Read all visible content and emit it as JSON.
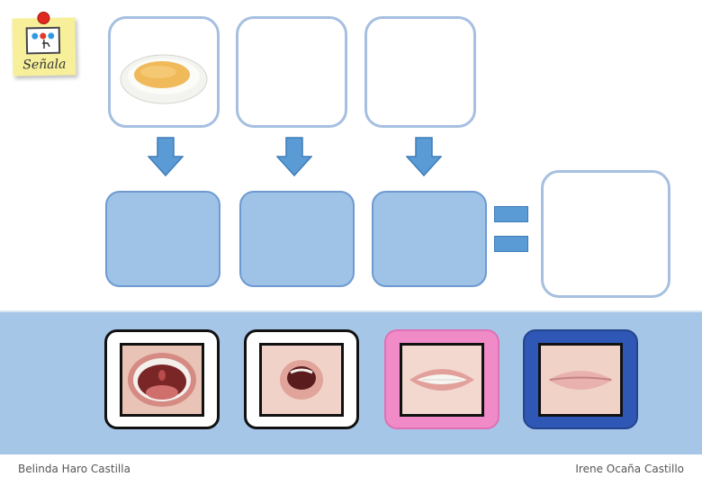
{
  "sticky": {
    "label": "Señala",
    "icon": "hand-pointing-screen-icon"
  },
  "top_boxes": [
    {
      "content": "soup-bowl-image"
    },
    {
      "content": ""
    },
    {
      "content": ""
    }
  ],
  "mouth_options": [
    {
      "image": "mouth-open-wide",
      "frame_color": "#ffffff"
    },
    {
      "image": "mouth-round-open",
      "frame_color": "#ffffff"
    },
    {
      "image": "mouth-smile-teeth",
      "frame_color": "#f08bc8"
    },
    {
      "image": "mouth-closed-lips",
      "frame_color": "#2f57b5"
    }
  ],
  "colors": {
    "box_border": "#a7bfe0",
    "mid_box_fill": "#9fc2e7",
    "arrow": "#5b9bd5",
    "band": "#a6c6e8"
  },
  "footer": {
    "left": "Belinda Haro Castilla",
    "right": "Irene Ocaña Castillo"
  }
}
